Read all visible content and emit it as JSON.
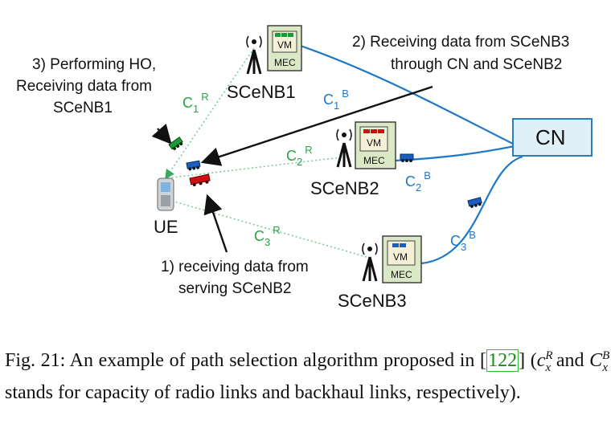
{
  "nodes": {
    "sceNB1": "SCeNB1",
    "sceNB2": "SCeNB2",
    "sceNB3": "SCeNB3",
    "ue": "UE",
    "cn": "CN"
  },
  "server_box": {
    "vm": "VM",
    "mec": "MEC"
  },
  "capacity": {
    "c1r": "C",
    "c1r_sub": "1",
    "c1r_sup": "R",
    "c2r": "C",
    "c2r_sub": "2",
    "c2r_sup": "R",
    "c3r": "C",
    "c3r_sub": "3",
    "c3r_sup": "R",
    "c1b": "C",
    "c1b_sub": "1",
    "c1b_sup": "B",
    "c2b": "C",
    "c2b_sub": "2",
    "c2b_sup": "B",
    "c3b": "C",
    "c3b_sub": "3",
    "c3b_sup": "B"
  },
  "annotations": {
    "step3_line1": "3) Performing HO,",
    "step3_line2": "Receiving data from",
    "step3_line3": "SCeNB1",
    "step2_line1": "2) Receiving data from SCeNB3",
    "step2_line2": "through CN and SCeNB2",
    "step1_line1": "1) receiving data from",
    "step1_line2": "serving SCeNB2"
  },
  "caption": {
    "fig": "Fig. 21: An example of path selection algorithm proposed in [",
    "ref": "122",
    "after_ref": "] (",
    "c_small": "c",
    "sub_x": "x",
    "sup_r": "R",
    "and": " and ",
    "c_big": "C",
    "sup_b": "B",
    "rest": " stands for capacity of radio links and backhaul links, respectively)."
  },
  "colors": {
    "radio_link": "#7ac79a",
    "backhaul": "#1e78c8",
    "vm_green": "#1a9a3a",
    "vm_red": "#d01010",
    "vm_blue": "#1a5fc0",
    "box_fill": "#dbe8c6",
    "cn_fill": "#e0f0f8",
    "cn_border": "#2b7bbf",
    "capacity_label_green": "#2aa24a",
    "capacity_label_blue": "#1e78c8"
  },
  "icons": [
    "antenna-icon",
    "server-icon",
    "phone-icon",
    "data-packet-icon"
  ]
}
